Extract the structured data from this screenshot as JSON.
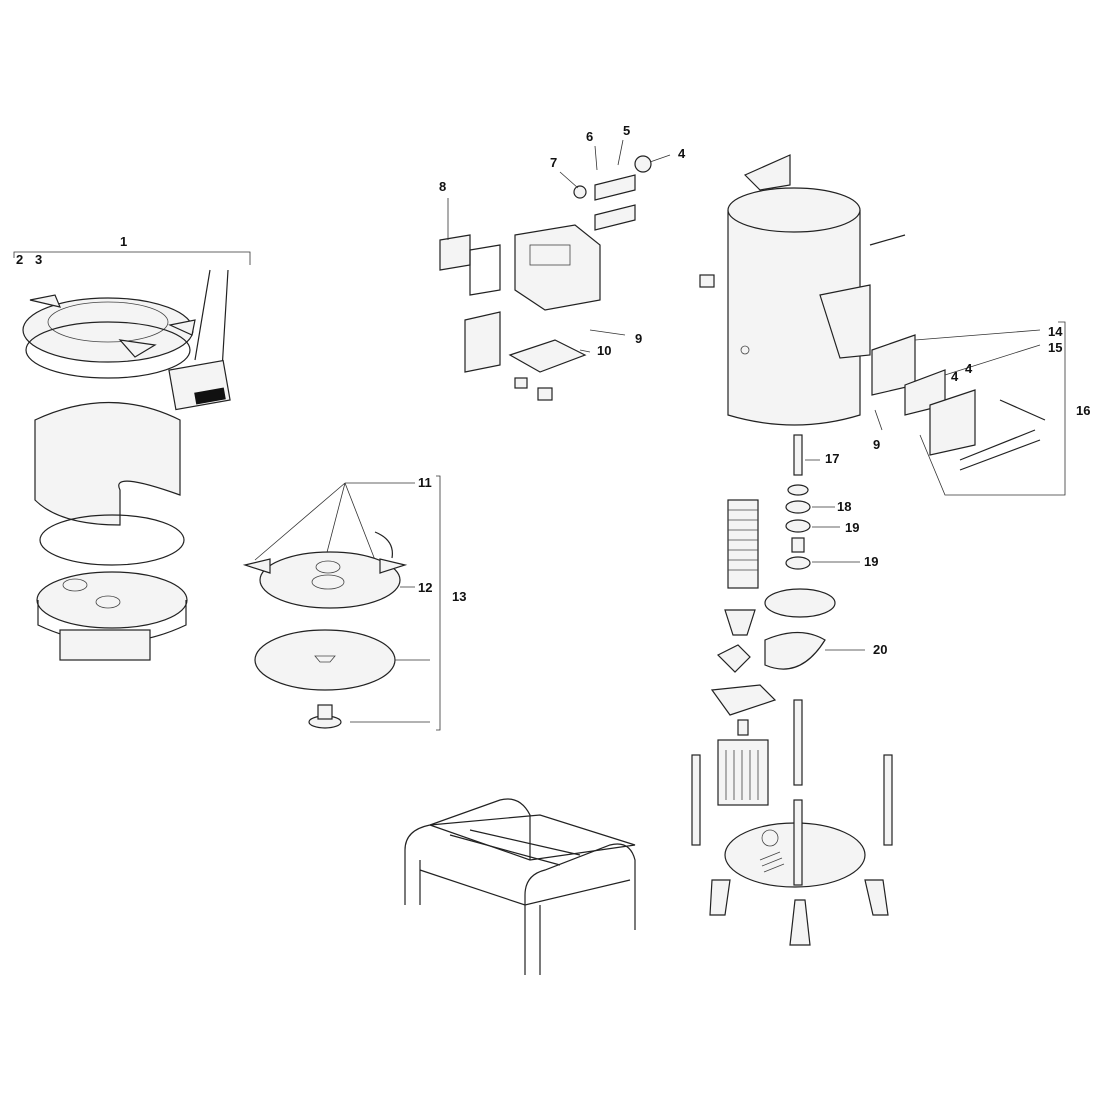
{
  "diagram": {
    "type": "exploded-parts-diagram",
    "callouts": [
      "1",
      "2",
      "3",
      "4",
      "5",
      "6",
      "7",
      "8",
      "9",
      "10",
      "11",
      "12",
      "13",
      "14",
      "15",
      "4",
      "4",
      "16",
      "9",
      "17",
      "18",
      "19",
      "19",
      "20"
    ]
  }
}
